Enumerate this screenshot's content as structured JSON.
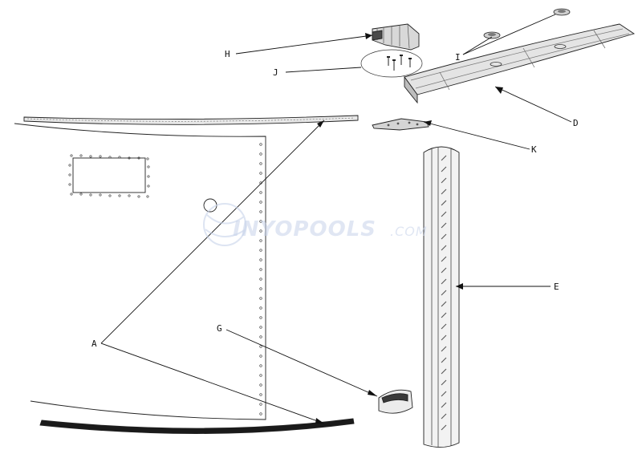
{
  "watermark": {
    "brand": "INYOPOOLS",
    "domain": ".COM"
  },
  "callouts": {
    "A": "A",
    "D": "D",
    "E": "E",
    "G": "G",
    "H": "H",
    "I": "I",
    "J": "J",
    "K": "K"
  },
  "colors": {
    "line": "#111111",
    "part_fill": "#e6e6e6",
    "part_dark": "#9a9a9a",
    "watermark": "#c7d3ea"
  }
}
